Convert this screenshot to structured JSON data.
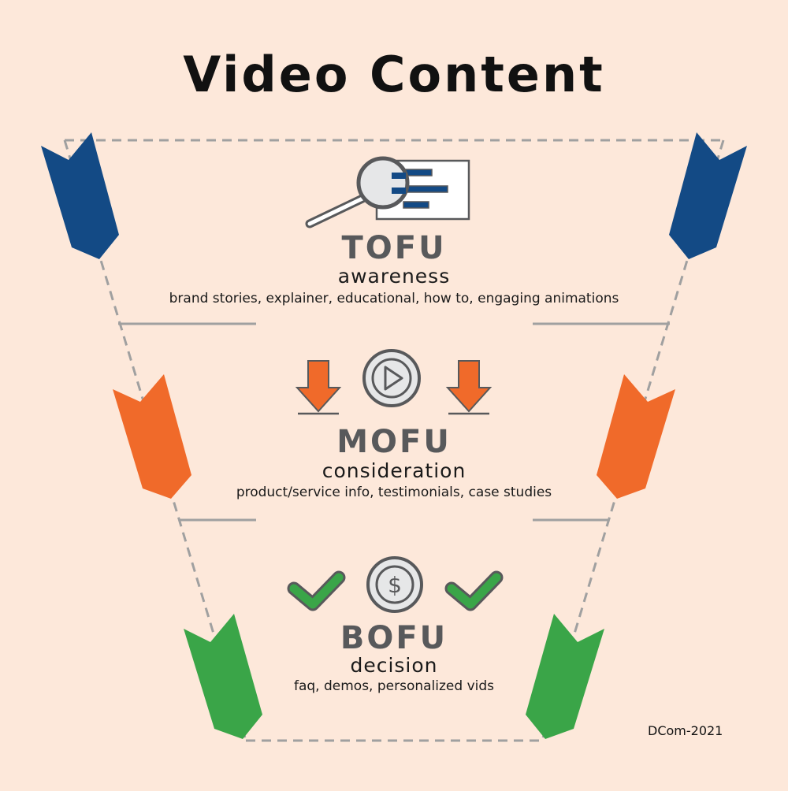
{
  "title": "Video Content",
  "credit": "DCom-2021",
  "colors": {
    "background": "#fde8da",
    "blue": "#134a85",
    "orange": "#f06a2a",
    "green": "#3aa548",
    "gray": "#58595b",
    "dash": "#a0a0a0"
  },
  "stages": [
    {
      "name": "TOFU",
      "subtitle": "awareness",
      "items": "brand stories, explainer, educational, how to, engaging animations",
      "icon": "magnifier-chart-icon",
      "color": "#134a85"
    },
    {
      "name": "MOFU",
      "subtitle": "consideration",
      "items": "product/service info, testimonials, case studies",
      "icon": "play-button-icon",
      "color": "#f06a2a"
    },
    {
      "name": "BOFU",
      "subtitle": "decision",
      "items": "faq, demos, personalized vids",
      "icon": "dollar-coin-icon",
      "color": "#3aa548"
    }
  ]
}
